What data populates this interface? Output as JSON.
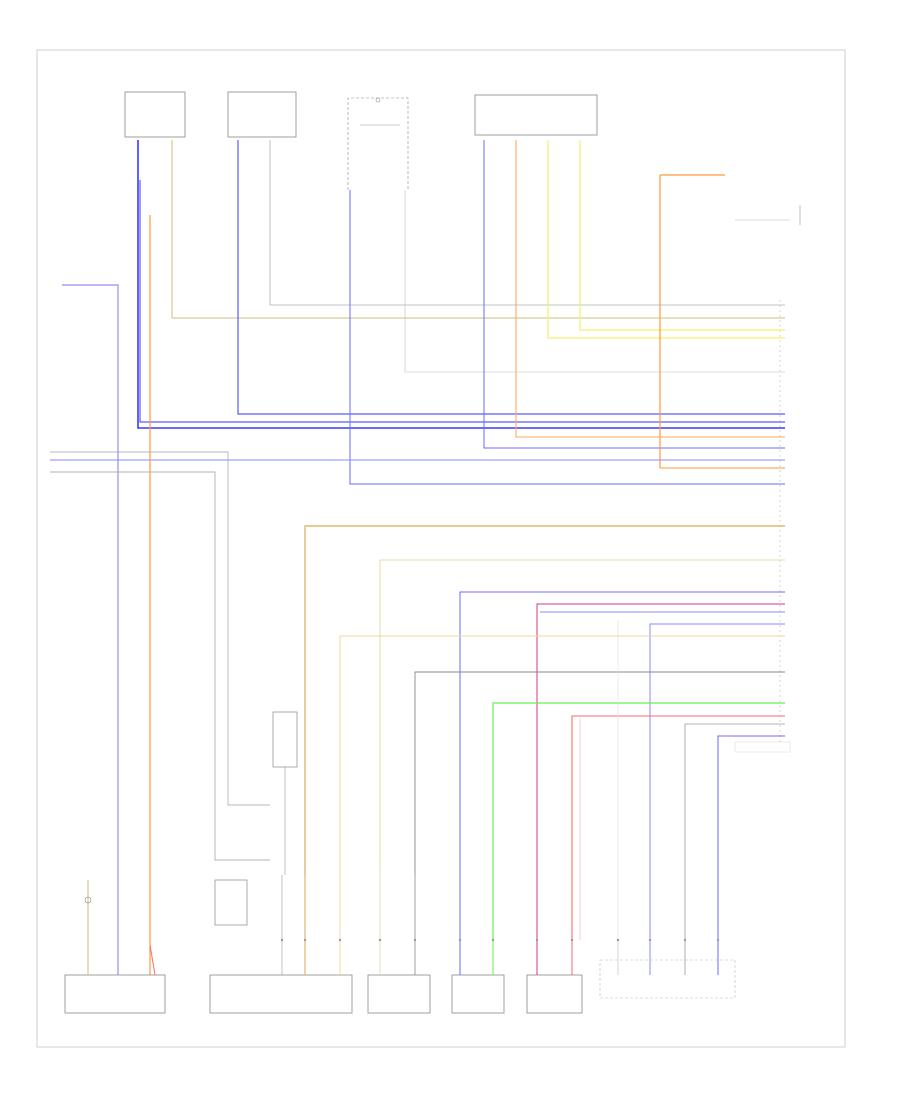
{
  "diagram": {
    "page_label": "",
    "colors": {
      "blue": "#5a5aff",
      "violet": "#9b8cf0",
      "orange": "#ff9a3c",
      "tan": "#dfb870",
      "yellow": "#f5f06a",
      "olive": "#c9c27a",
      "gray": "#9a9a9a",
      "green": "#66ee55",
      "red": "#ff6a6a",
      "magenta": "#d23a80",
      "light_blue": "#8a8aff"
    },
    "components": [
      {
        "id": "top-module-1",
        "label": ""
      },
      {
        "id": "top-module-2",
        "label": ""
      },
      {
        "id": "top-switch",
        "label": ""
      },
      {
        "id": "top-module-4",
        "label": ""
      },
      {
        "id": "right-connector",
        "label": ""
      },
      {
        "id": "relay-box",
        "label": ""
      },
      {
        "id": "bottom-module-1",
        "label": ""
      },
      {
        "id": "bottom-module-2",
        "label": ""
      },
      {
        "id": "bottom-module-3",
        "label": ""
      },
      {
        "id": "bottom-module-4",
        "label": ""
      },
      {
        "id": "bottom-module-5",
        "label": ""
      },
      {
        "id": "bottom-module-6",
        "label": ""
      }
    ]
  }
}
